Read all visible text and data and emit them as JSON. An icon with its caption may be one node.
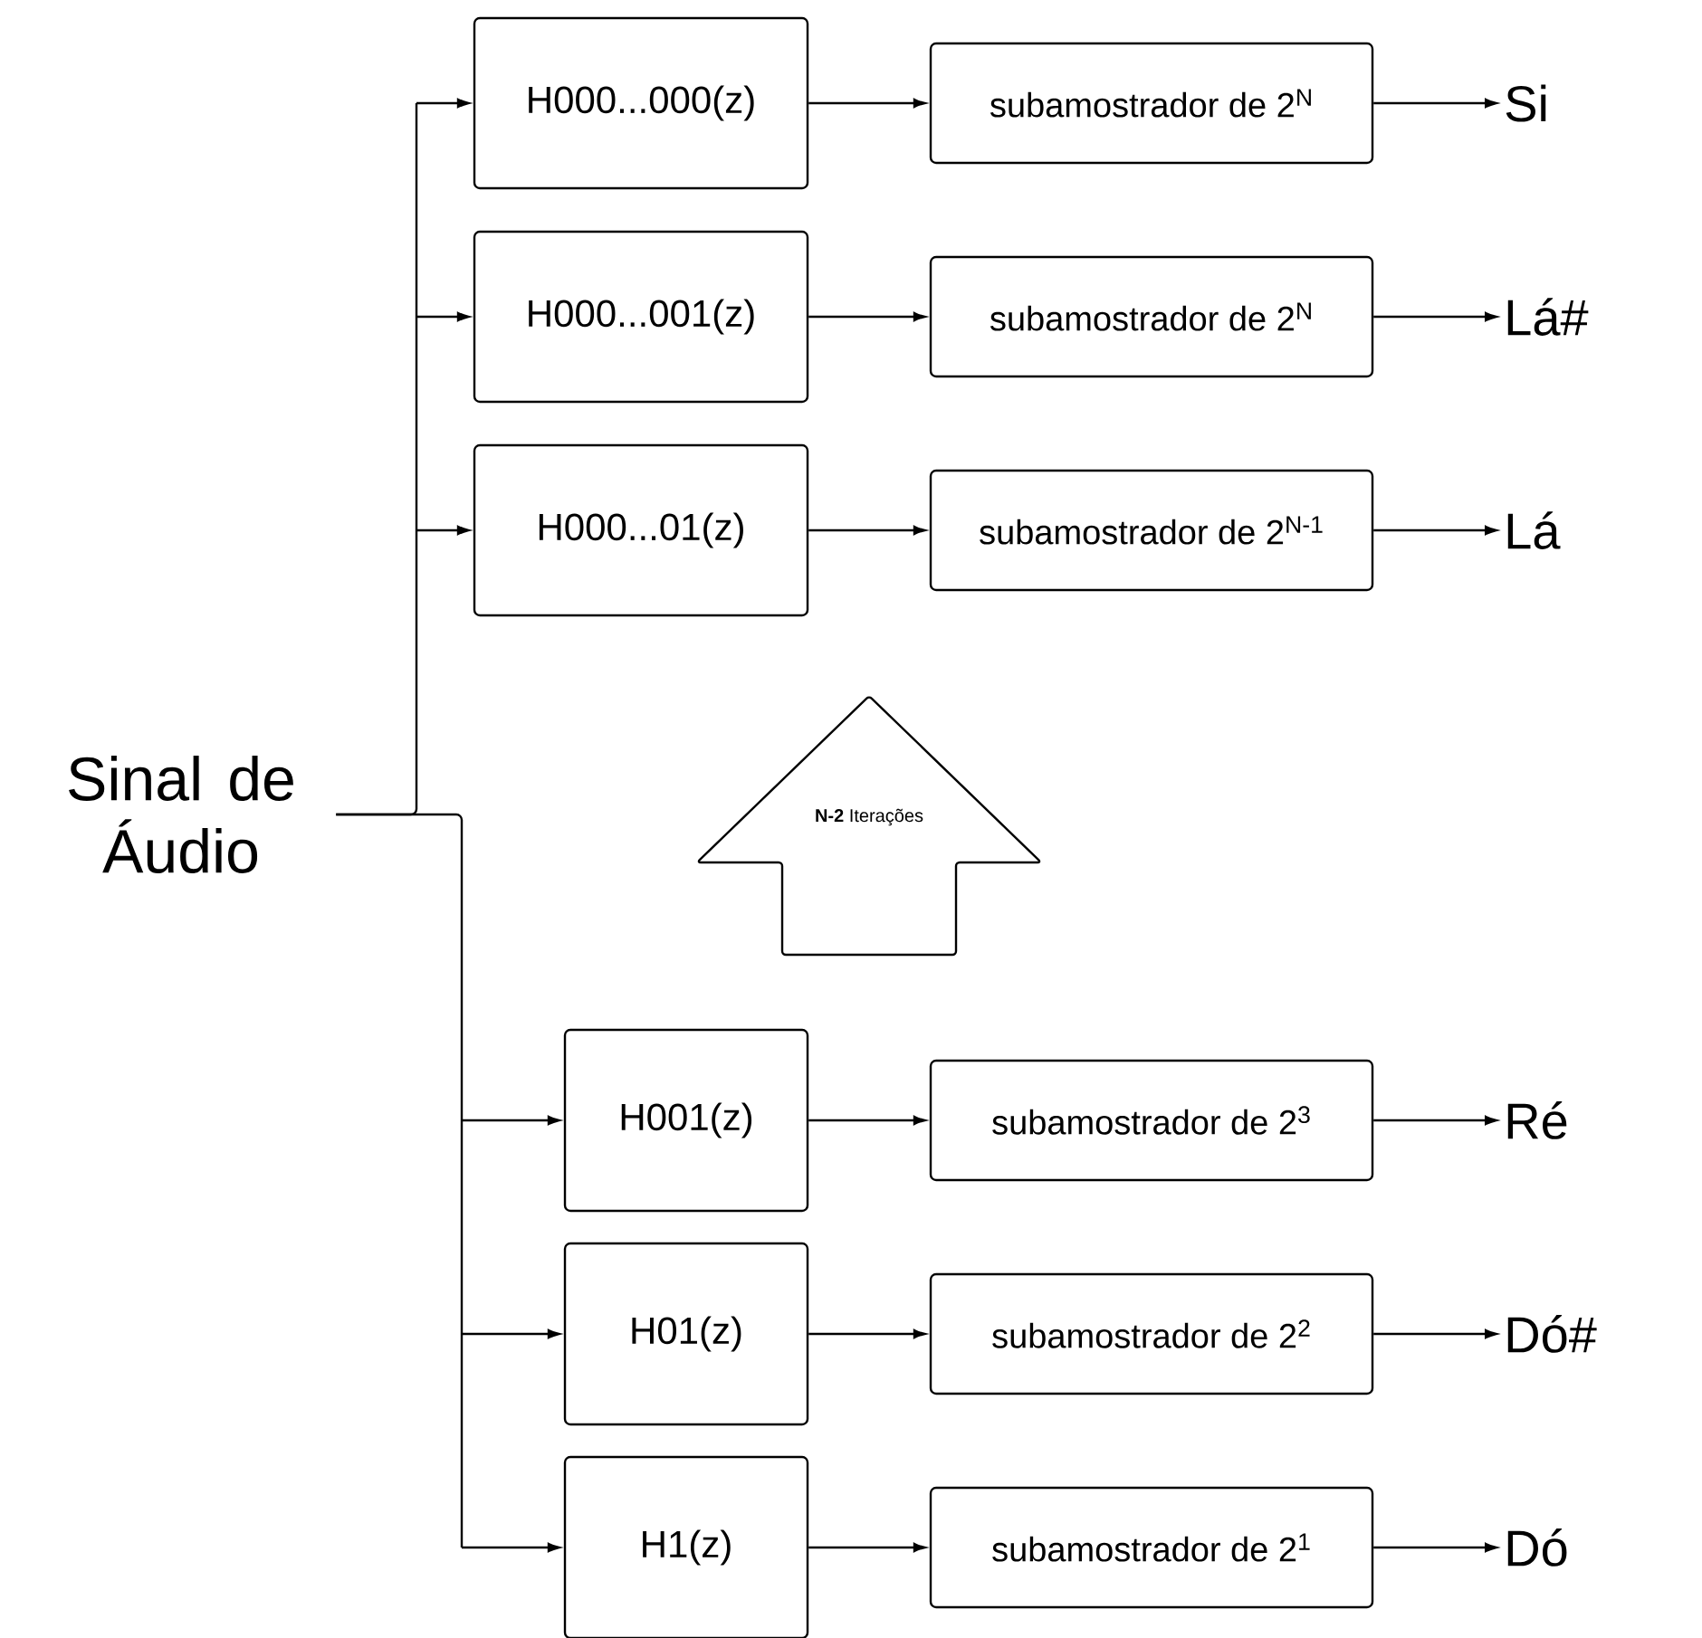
{
  "diagram": {
    "nodes": [
      {
        "text": [
          "Sinal de Áudio"
        ]
      },
      {
        "text": [
          "H000...000(z)"
        ]
      },
      {
        "text": [
          "subamostrador de 2$^{N}$"
        ]
      },
      {
        "text": [
          "Si"
        ]
      },
      {
        "text": [
          "H000...001(z)"
        ]
      },
      {
        "text": [
          "subamostrador de 2$^{N}$"
        ]
      },
      {
        "text": [
          "Lá#"
        ]
      },
      {
        "text": [
          "H000...01(z)"
        ]
      },
      {
        "text": [
          "subamostrador de 2$^{N-1}$"
        ]
      },
      {
        "text": [
          "Lá"
        ]
      },
      {
        "text": [
          "**N-2** Iterações"
        ]
      },
      {
        "text": [
          "H001(z)"
        ]
      },
      {
        "text": [
          "subamostrador de 2$^{3}$"
        ]
      },
      {
        "text": [
          "Ré"
        ]
      },
      {
        "text": [
          "H01(z)"
        ]
      },
      {
        "text": [
          "subamostrador de 2$^{2}$"
        ]
      },
      {
        "text": [
          "Dó#"
        ]
      },
      {
        "text": [
          "H1(z)"
        ]
      },
      {
        "text": [
          "subamostrador de 2$^{1}$"
        ]
      },
      {
        "text": [
          "Dó"
        ]
      }
    ],
    "edges": [
      {
        "from": 0,
        "to": 1,
        "arrow": "to"
      },
      {
        "from": 0,
        "to": 4,
        "arrow": "to"
      },
      {
        "from": 0,
        "to": 7,
        "arrow": "to"
      },
      {
        "from": 0,
        "to": 11,
        "arrow": "to"
      },
      {
        "from": 0,
        "to": 14,
        "arrow": "to"
      },
      {
        "from": 0,
        "to": 17,
        "arrow": "to"
      },
      {
        "from": 1,
        "to": 2,
        "arrow": "to"
      },
      {
        "from": 2,
        "to": 3,
        "arrow": "to"
      },
      {
        "from": 4,
        "to": 5,
        "arrow": "to"
      },
      {
        "from": 5,
        "to": 6,
        "arrow": "to"
      },
      {
        "from": 7,
        "to": 8,
        "arrow": "to"
      },
      {
        "from": 8,
        "to": 9,
        "arrow": "to"
      },
      {
        "from": 11,
        "to": 12,
        "arrow": "to"
      },
      {
        "from": 12,
        "to": 13,
        "arrow": "to"
      },
      {
        "from": 14,
        "to": 15,
        "arrow": "to"
      },
      {
        "from": 15,
        "to": 16,
        "arrow": "to"
      },
      {
        "from": 17,
        "to": 18,
        "arrow": "to"
      },
      {
        "from": 18,
        "to": 19,
        "arrow": "to"
      }
    ]
  }
}
